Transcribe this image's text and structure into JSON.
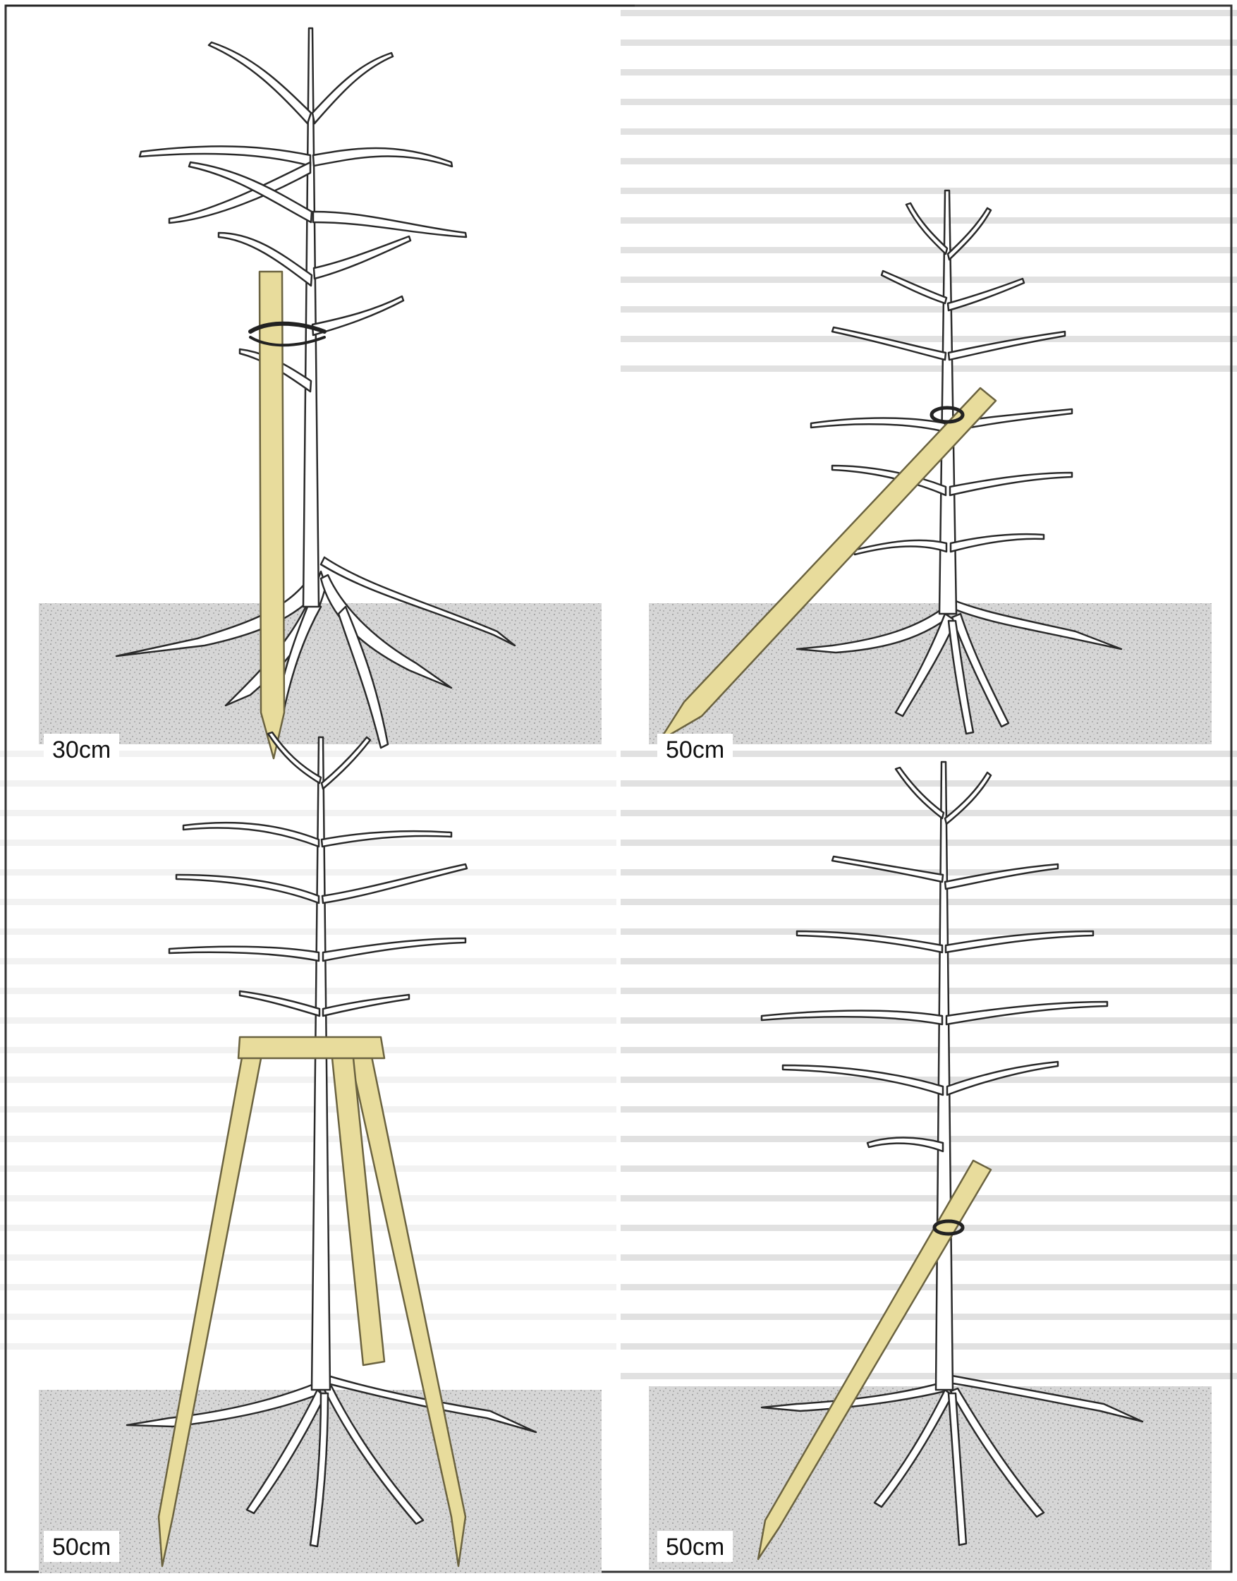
{
  "colors": {
    "background": "#ffffff",
    "page_paper": "#e8e8e8",
    "faded_text": "#bdbdbd",
    "soil": "#cfcfcf",
    "stake": "#e8dc9c",
    "stake_outline": "#6b6340",
    "tree_fill": "#ffffff",
    "tree_outline": "#2a2a2a",
    "frame": "#333333"
  },
  "panels": [
    {
      "id": "single-vertical-stake",
      "depth_label": "30cm",
      "stake_icon": "vertical-stake-icon"
    },
    {
      "id": "angled-stake",
      "depth_label": "50cm",
      "stake_icon": "angled-stake-icon"
    },
    {
      "id": "tripod-stakes",
      "depth_label": "50cm",
      "stake_icon": "tripod-stake-icon"
    },
    {
      "id": "low-angled-stake",
      "depth_label": "50cm",
      "stake_icon": "low-angled-stake-icon"
    }
  ]
}
